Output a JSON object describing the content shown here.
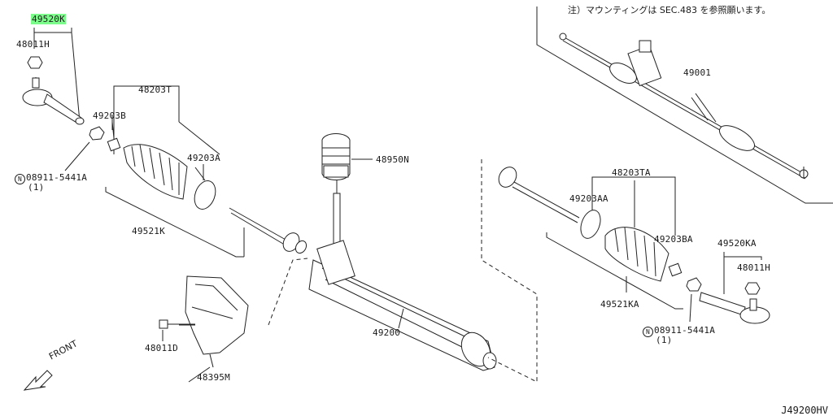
{
  "note": "注）マウンティングは SEC.483 を参照願います。",
  "reference_code": "J49200HV",
  "front_label": "FRONT",
  "labels": {
    "l49520k": "49520K",
    "l48011h_left": "48011H",
    "l49203b": "49203B",
    "l48203t": "48203T",
    "l49203a": "49203A",
    "l08911_left_num": "08911-5441A",
    "l08911_left_qty": "(1)",
    "l49521k": "49521K",
    "l48950n": "48950N",
    "l49001": "49001",
    "l48203ta": "48203TA",
    "l49203aa": "49203AA",
    "l49203ba": "49203BA",
    "l49520ka": "49520KA",
    "l48011h_right": "48011H",
    "l49521ka": "49521KA",
    "l08911_right_num": "08911-5441A",
    "l08911_right_qty": "(1)",
    "l49200": "49200",
    "l48011d": "48011D",
    "l48395m": "48395M"
  },
  "circle_symbol": "N",
  "colors": {
    "highlight": "#7CFC8A",
    "line": "#222222"
  }
}
